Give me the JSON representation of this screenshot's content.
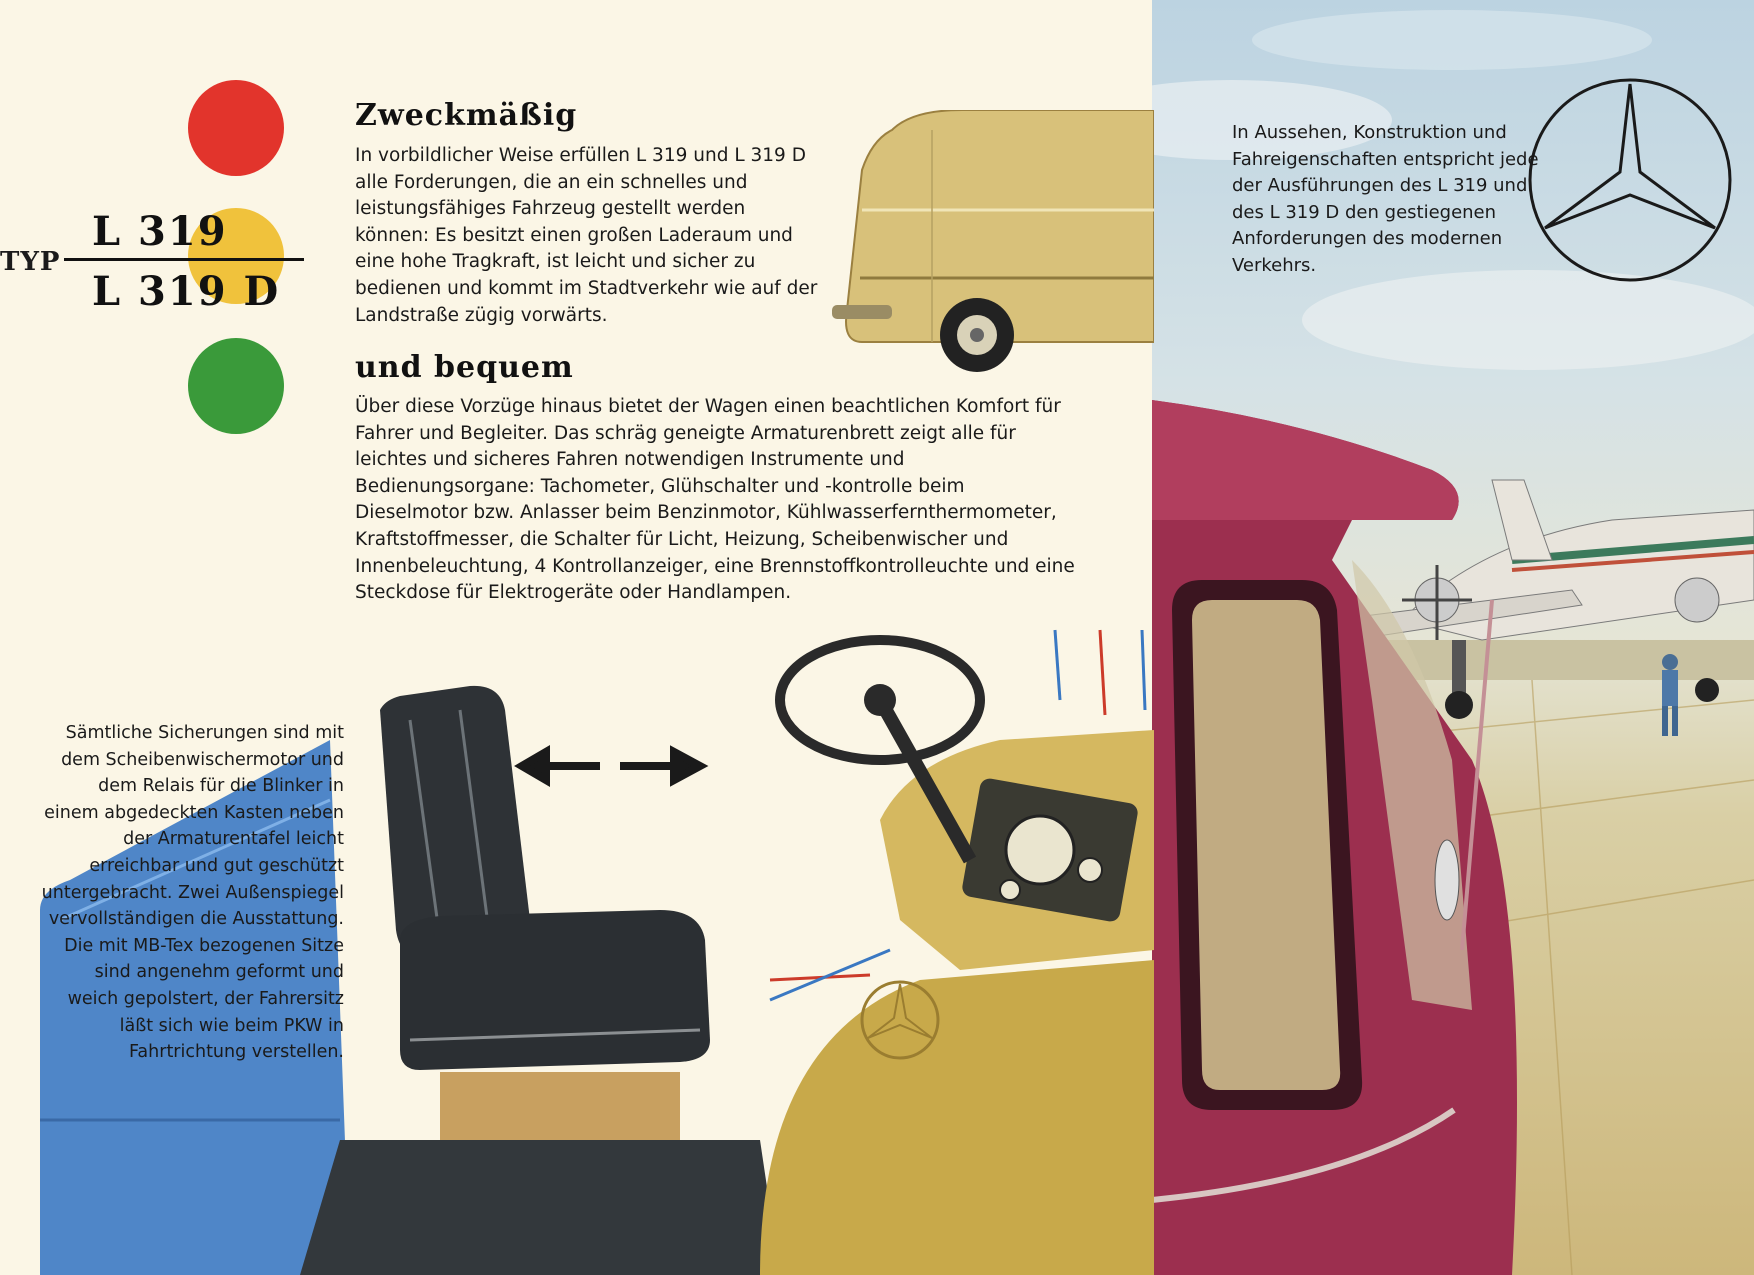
{
  "brochure": {
    "typ_label": "TYP",
    "model_top": "L 319",
    "model_bottom": "L 319 D",
    "section1": {
      "heading": "Zweckmäßig",
      "text": "In vorbildlicher Weise erfüllen L 319 und L 319 D alle Forderungen, die an ein schnelles und leistungsfähiges Fahrzeug gestellt werden können: Es besitzt einen großen Laderaum und eine hohe Tragkraft, ist leicht und sicher zu bedienen und kommt im Stadtverkehr wie auf der Landstraße zügig vorwärts."
    },
    "section2": {
      "heading": "und bequem",
      "text": "Über diese Vorzüge hinaus bietet der Wagen einen beachtlichen Komfort für Fahrer und Begleiter. Das schräg geneigte Armaturenbrett zeigt alle für leichtes und sicheres Fahren notwendigen Instrumente und Bedienungsorgane: Tachometer, Glühschalter und -kontrolle beim Dieselmotor bzw. Anlasser beim Benzinmotor, Kühlwasserfernthermometer, Kraftstoffmesser, die Schalter für Licht, Heizung, Scheibenwischer und Innenbeleuchtung, 4 Kontrollanzeiger, eine Brennstoffkontrolleuchte und eine Steckdose für Elektrogeräte oder Handlampen."
    },
    "right_text": "In Aussehen, Konstruktion und Fahreigenschaften entspricht jede der Ausführungen des L 319 und des L 319 D den gestiegenen Anforderungen des modernen Verkehrs.",
    "left_text": "Sämtliche Sicherungen sind mit dem Scheibenwischermotor und dem Relais für die Blinker in einem abgedeckten Kasten neben der Armaturentafel leicht erreichbar und gut geschützt untergebracht. Zwei Außenspiegel vervollständigen die Ausstattung. Die mit MB-Tex bezogenen Sitze sind angenehm geformt und weich gepolstert, der Fahrersitz läßt sich wie beim PKW in Fahrtrichtung verstellen."
  },
  "colors": {
    "dot_red": "#e2342c",
    "dot_yellow": "#f0c23c",
    "dot_green": "#3a9a3a",
    "van_body": "#d8c17a",
    "cab_maroon": "#9c2f4f",
    "seat_dark": "#2e3236",
    "seat_blue": "#4f86c8",
    "dash_gold": "#c8a94a"
  },
  "icons": {
    "logo": "mercedes-star-icon",
    "arrows": "double-arrow-icon"
  }
}
